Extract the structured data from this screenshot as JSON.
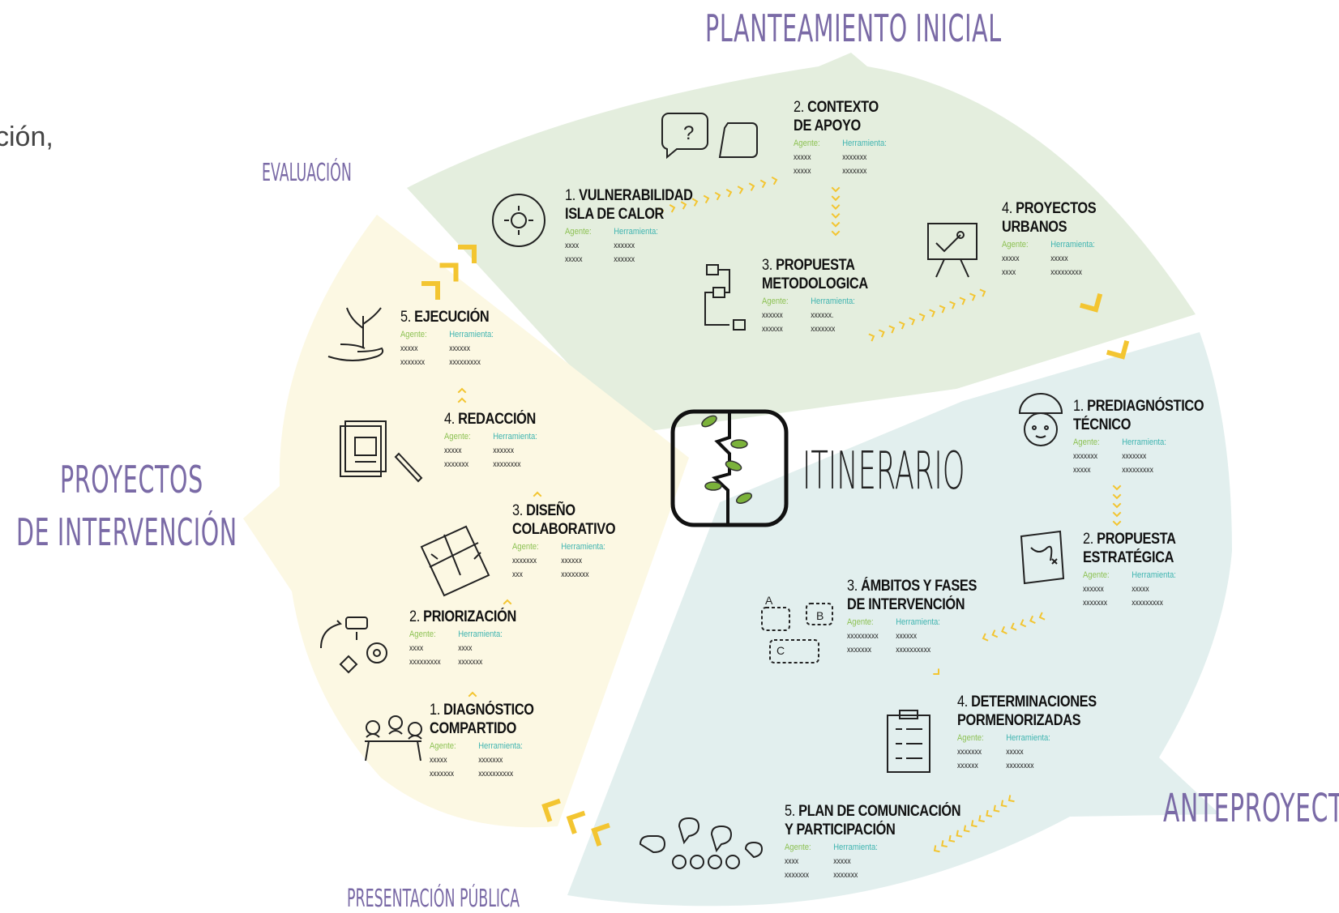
{
  "cut_text": "ción,",
  "center": {
    "title": "ITINERARIO"
  },
  "phases": {
    "planteamiento": "PLANTEAMIENTO INICIAL",
    "anteproyecto": "ANTEPROYECTO",
    "presentacion": "PRESENTACIÓN PÚBLICA",
    "proyectos_l1": "PROYECTOS",
    "proyectos_l2": "DE INTERVENCIÓN",
    "evaluacion": "EVALUACIÓN"
  },
  "labels": {
    "agent": "Agente:",
    "tool": "Herramienta:"
  },
  "colors": {
    "green_sector": "#e4eede",
    "blue_sector": "#e2efee",
    "yellow_sector": "#fcf8e3",
    "arrow": "#f3c531",
    "phase_text": "#7a6aa6",
    "agent": "#8cc152",
    "tool": "#3fb4b0"
  },
  "steps": [
    {
      "num": "1.",
      "title1": "VULNERABILIDAD",
      "title2": "ISLA DE CALOR",
      "a1": "xxxx",
      "a2": "xxxxx",
      "t1": "xxxxxx",
      "t2": "xxxxxx",
      "icon": "sun-icon"
    },
    {
      "num": "2.",
      "title1": "CONTEXTO",
      "title2": "DE APOYO",
      "a1": "xxxxx",
      "a2": "xxxxx",
      "t1": "xxxxxxx",
      "t2": "xxxxxxx",
      "icon": "speech-bubbles-icon"
    },
    {
      "num": "3.",
      "title1": "PROPUESTA",
      "title2": "METODOLOGICA",
      "a1": "xxxxxx",
      "a2": "xxxxxx",
      "t1": "xxxxxx.",
      "t2": "xxxxxxx",
      "icon": "flowchart-icon"
    },
    {
      "num": "4.",
      "title1": "PROYECTOS",
      "title2": "URBANOS",
      "a1": "xxxxx",
      "a2": "xxxx",
      "t1": "xxxxx",
      "t2": "xxxxxxxxx",
      "icon": "presentation-board-icon"
    },
    {
      "num": "1.",
      "title1": "PREDIAGNÓSTICO",
      "title2": "TÉCNICO",
      "a1": "xxxxxxx",
      "a2": "xxxxx",
      "t1": "xxxxxxx",
      "t2": "xxxxxxxxx",
      "icon": "worker-helmet-icon"
    },
    {
      "num": "2.",
      "title1": "PROPUESTA",
      "title2": "ESTRATÉGICA",
      "a1": "xxxxxx",
      "a2": "xxxxxxx",
      "t1": "xxxxx",
      "t2": "xxxxxxxxx",
      "icon": "strategy-map-icon"
    },
    {
      "num": "3.",
      "title1": "ÁMBITOS Y FASES",
      "title2": "DE INTERVENCIÓN",
      "a1": "xxxxxxxxx",
      "a2": "xxxxxxx",
      "t1": "xxxxxx",
      "t2": "xxxxxxxxxx",
      "icon": "abc-blocks-icon"
    },
    {
      "num": "4.",
      "title1": "DETERMINACIONES",
      "title2": "PORMENORIZADAS",
      "a1": "xxxxxxx",
      "a2": "xxxxxx",
      "t1": "xxxxx",
      "t2": "xxxxxxxx",
      "icon": "clipboard-list-icon"
    },
    {
      "num": "5.",
      "title1": "PLAN DE COMUNICACIÓN",
      "title2": "Y PARTICIPACIÓN",
      "a1": "xxxx",
      "a2": "xxxxxxx",
      "t1": "xxxxx",
      "t2": "xxxxxxx",
      "icon": "people-talking-icon"
    },
    {
      "num": "1.",
      "title1": "DIAGNÓSTICO",
      "title2": "COMPARTIDO",
      "a1": "xxxxx",
      "a2": "xxxxxxx",
      "t1": "xxxxxxx",
      "t2": "xxxxxxxxxx",
      "icon": "meeting-table-icon"
    },
    {
      "num": "2.",
      "title1": "PRIORIZACIÓN",
      "title2": "",
      "a1": "xxxx",
      "a2": "xxxxxxxxx",
      "t1": "xxxx",
      "t2": "xxxxxxx",
      "icon": "gears-cycle-icon"
    },
    {
      "num": "3.",
      "title1": "DISEÑO",
      "title2": "COLABORATIVO",
      "a1": "xxxxxxx",
      "a2": "xxx",
      "t1": "xxxxxx",
      "t2": "xxxxxxxx",
      "icon": "collaborative-sheet-icon"
    },
    {
      "num": "4.",
      "title1": "REDACCIÓN",
      "title2": "",
      "a1": "xxxxx",
      "a2": "xxxxxxx",
      "t1": "xxxxxx",
      "t2": "xxxxxxxx",
      "icon": "documents-pen-icon"
    },
    {
      "num": "5.",
      "title1": "EJECUCIÓN",
      "title2": "",
      "a1": "xxxxx",
      "a2": "xxxxxxx",
      "t1": "xxxxxx",
      "t2": "xxxxxxxxx",
      "icon": "hand-plant-icon"
    }
  ]
}
